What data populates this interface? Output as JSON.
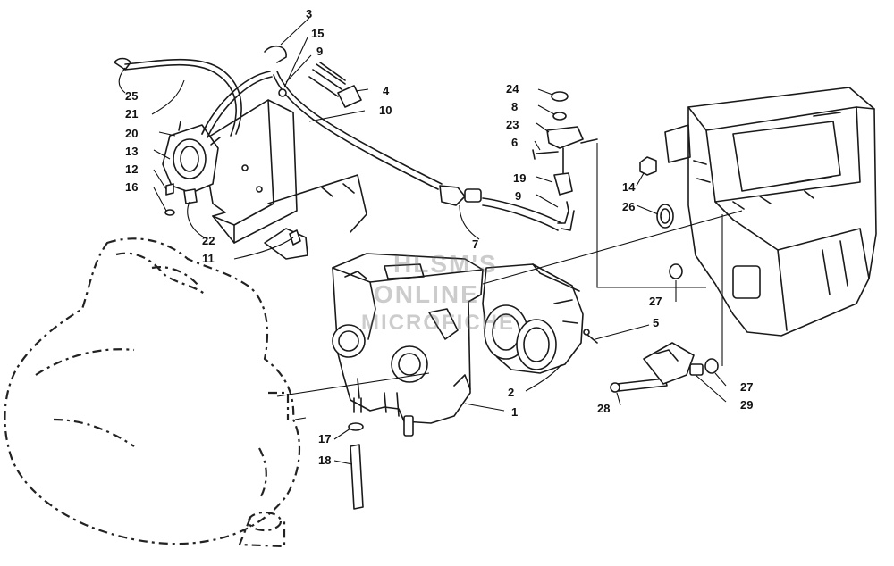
{
  "diagram": {
    "callouts": [
      {
        "id": "c1",
        "label": "1"
      },
      {
        "id": "c2",
        "label": "2"
      },
      {
        "id": "c3",
        "label": "3"
      },
      {
        "id": "c4",
        "label": "4"
      },
      {
        "id": "c5",
        "label": "5"
      },
      {
        "id": "c6",
        "label": "6"
      },
      {
        "id": "c7",
        "label": "7"
      },
      {
        "id": "c8",
        "label": "8"
      },
      {
        "id": "c9a",
        "label": "9"
      },
      {
        "id": "c9b",
        "label": "9"
      },
      {
        "id": "c10",
        "label": "10"
      },
      {
        "id": "c11",
        "label": "11"
      },
      {
        "id": "c12",
        "label": "12"
      },
      {
        "id": "c13",
        "label": "13"
      },
      {
        "id": "c14",
        "label": "14"
      },
      {
        "id": "c15",
        "label": "15"
      },
      {
        "id": "c16",
        "label": "16"
      },
      {
        "id": "c17",
        "label": "17"
      },
      {
        "id": "c18",
        "label": "18"
      },
      {
        "id": "c19",
        "label": "19"
      },
      {
        "id": "c20",
        "label": "20"
      },
      {
        "id": "c21",
        "label": "21"
      },
      {
        "id": "c22",
        "label": "22"
      },
      {
        "id": "c23",
        "label": "23"
      },
      {
        "id": "c24",
        "label": "24"
      },
      {
        "id": "c25",
        "label": "25"
      },
      {
        "id": "c26",
        "label": "26"
      },
      {
        "id": "c27a",
        "label": "27"
      },
      {
        "id": "c27b",
        "label": "27"
      },
      {
        "id": "c28",
        "label": "28"
      },
      {
        "id": "c29",
        "label": "29"
      }
    ]
  },
  "watermark": {
    "line1": "HLSM'S",
    "line2": "ONLINE",
    "line3": "MICROFICHE"
  }
}
